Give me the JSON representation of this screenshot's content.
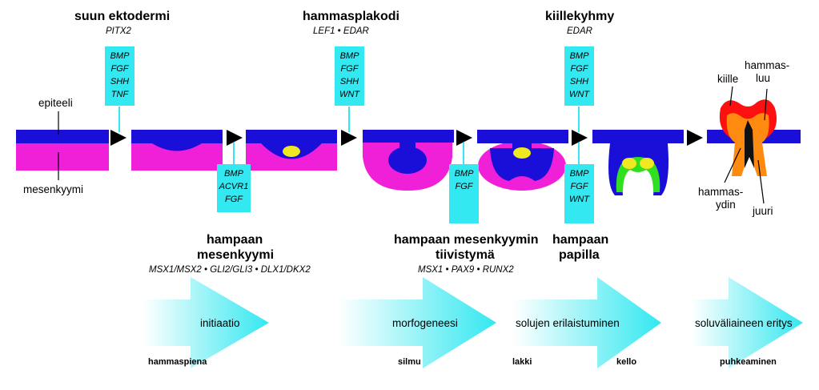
{
  "colors": {
    "epithelium": "#1a0fd8",
    "mesenchyme": "#f020d8",
    "signal_box": "#33e8f0",
    "bud_core": "#f0e820",
    "enamel": "#ff1010",
    "dentin": "#ff8a10",
    "green": "#30e020",
    "arrow_fill": "#33e8f0"
  },
  "top_labels": [
    {
      "title": "suun ektodermi",
      "genes": "PITX2"
    },
    {
      "title": "hammasplakodi",
      "genes": "LEF1 • EDAR"
    },
    {
      "title": "kiillekyhmy",
      "genes": "EDAR"
    }
  ],
  "bottom_labels": [
    {
      "title1": "hampaan",
      "title2": "mesenkyymi",
      "genes": "MSX1/MSX2 • GLI2/GLI3 • DLX1/DKX2"
    },
    {
      "title1": "hampaan mesenkyymin",
      "title2": "tiivistymä",
      "genes": "MSX1 • PAX9 • RUNX2"
    },
    {
      "title1": "hampaan",
      "title2": "papilla",
      "genes": ""
    }
  ],
  "signal_boxes_top": [
    [
      "BMP",
      "FGF",
      "SHH",
      "TNF"
    ],
    [
      "BMP",
      "FGF",
      "SHH",
      "WNT"
    ],
    [
      "BMP",
      "FGF",
      "SHH",
      "WNT"
    ]
  ],
  "signal_boxes_bottom": [
    [
      "BMP",
      "ACVR1",
      "FGF"
    ],
    [
      "BMP",
      "FGF"
    ],
    [
      "BMP",
      "FGF",
      "WNT"
    ]
  ],
  "tissue_labels": {
    "epithelium": "epiteeli",
    "mesenchyme": "mesenkyymi",
    "enamel": "kiille",
    "dentin_1": "hammas-",
    "dentin_2": "luu",
    "pulp_1": "hammas-",
    "pulp_2": "ydin",
    "root": "juuri"
  },
  "processes": [
    "initiaatio",
    "morfogeneesi",
    "solujen erilaistuminen",
    "soluväliaineen eritys"
  ],
  "stages": [
    "hammaspiena",
    "silmu",
    "lakki",
    "kello",
    "puhkeaminen"
  ]
}
